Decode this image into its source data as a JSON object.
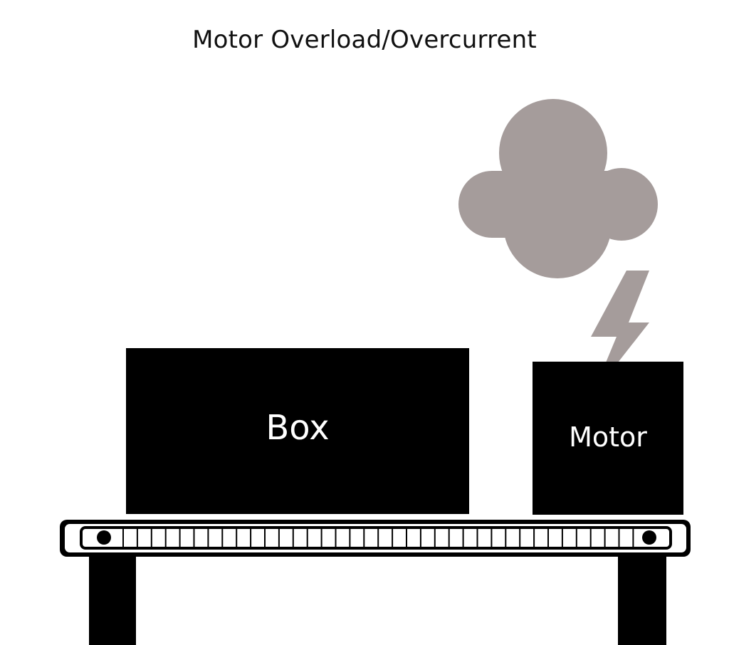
{
  "title": "Motor Overload/Overcurrent",
  "labels": {
    "box": "Box",
    "motor": "Motor"
  },
  "colors": {
    "object_fill": "#000000",
    "smoke_fill": "#a59c9b",
    "background": "#ffffff"
  }
}
